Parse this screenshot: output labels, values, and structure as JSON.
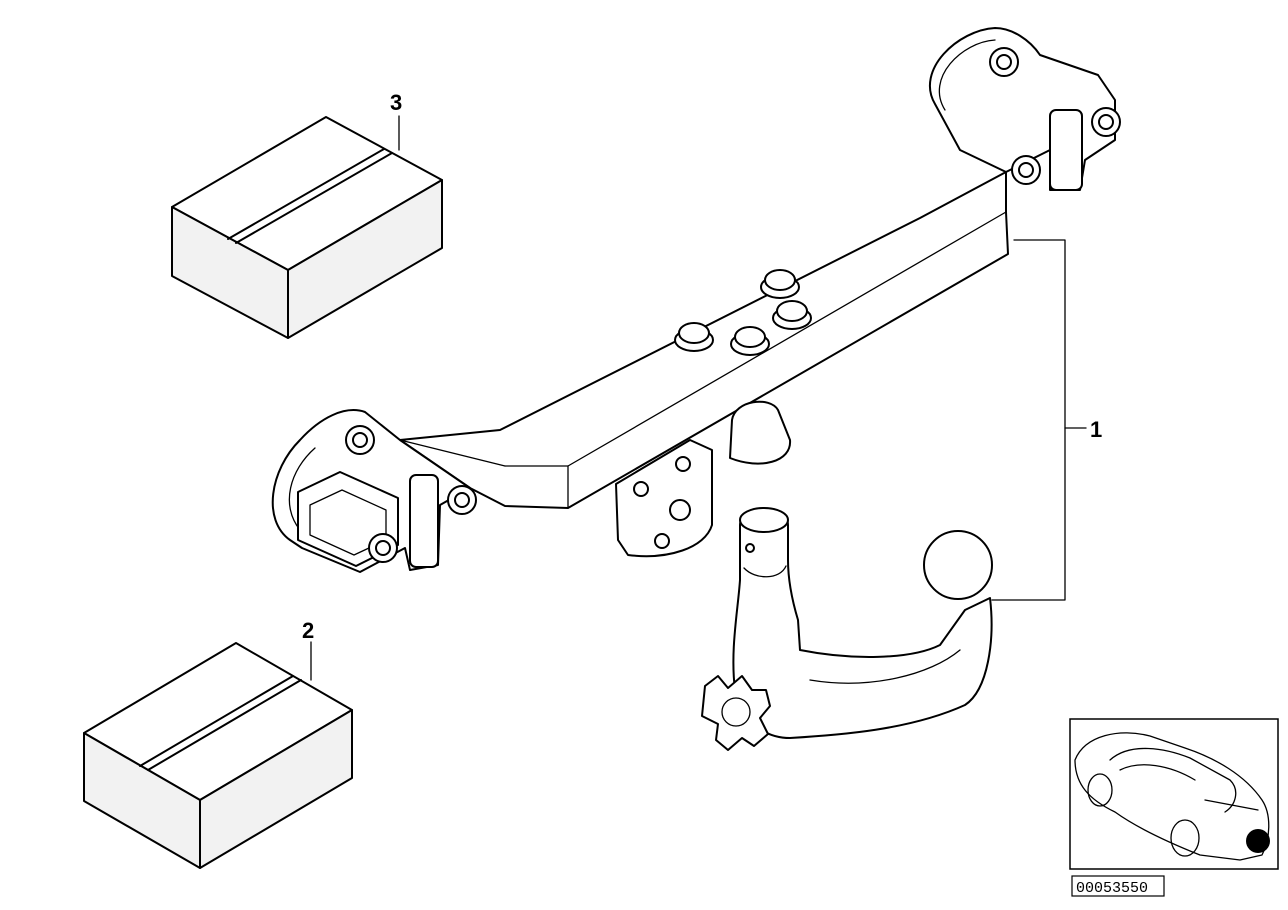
{
  "callouts": {
    "item1": "1",
    "item2": "2",
    "item3": "3"
  },
  "image_number": "00053550",
  "parts": {
    "tow_bar_assembly": "1",
    "kit_box_small": "2",
    "kit_box_upper": "3"
  },
  "inset": {
    "marker_color": "#000000"
  }
}
